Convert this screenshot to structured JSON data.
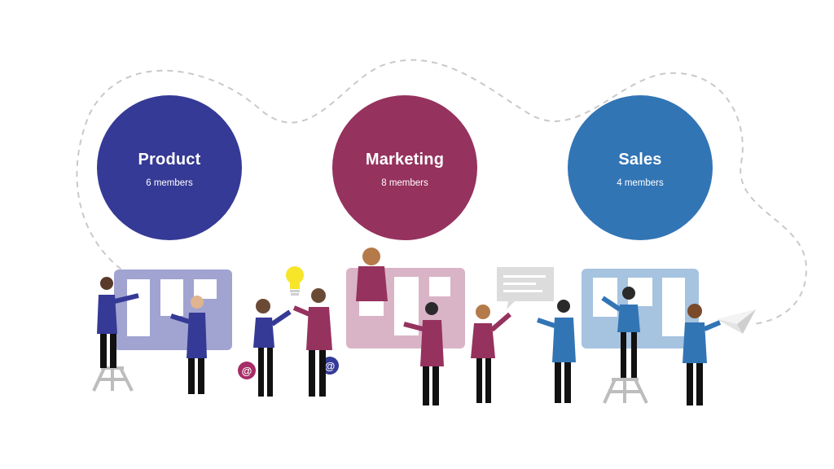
{
  "teams": [
    {
      "name": "Product",
      "members": "6 members",
      "color": "#353a96",
      "board_color": "#a1a3d1"
    },
    {
      "name": "Marketing",
      "members": "8 members",
      "color": "#96325e",
      "board_color": "#d9b4c6"
    },
    {
      "name": "Sales",
      "members": "4 members",
      "color": "#3275b5",
      "board_color": "#a6c3e0"
    }
  ],
  "icons": {
    "email_badge_left_color": "#a62d67",
    "email_badge_right_color": "#353a96",
    "bulb_color": "#f7e52a"
  }
}
